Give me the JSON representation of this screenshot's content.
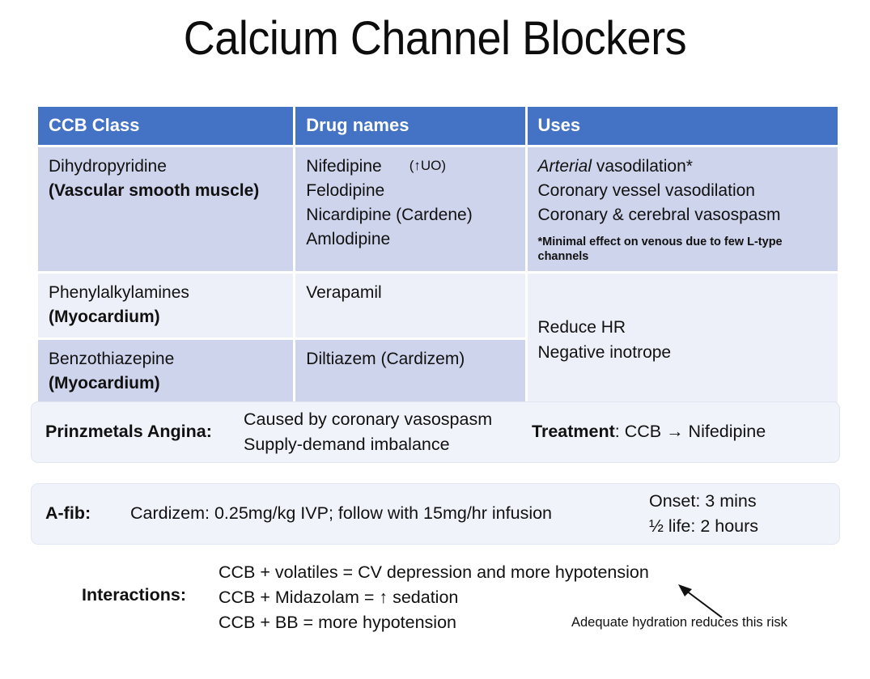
{
  "title": "Calcium Channel Blockers",
  "table": {
    "headers": [
      "CCB Class",
      "Drug names",
      "Uses"
    ],
    "rows": [
      {
        "class_name": "Dihydropyridine",
        "class_site": "(Vascular smooth muscle)",
        "drugs": [
          "Nifedipine",
          "Felodipine",
          "Nicardipine (Cardene)",
          "Amlodipine"
        ],
        "drug_note": "(↑UO)",
        "uses_italic": "Arterial",
        "uses": [
          " vasodilation*",
          "Coronary vessel vasodilation",
          "Coronary & cerebral vasospasm"
        ],
        "uses_footnote": "*Minimal effect on venous due to few L-type channels"
      },
      {
        "class_name": "Phenylalkylamines",
        "class_site": "(Myocardium)",
        "drugs": [
          "Verapamil"
        ]
      },
      {
        "class_name": "Benzothiazepine",
        "class_site": "(Myocardium)",
        "drugs": [
          "Diltiazem (Cardizem)"
        ]
      }
    ],
    "uses_merged": [
      "Reduce HR",
      "Negative inotrope"
    ]
  },
  "prinzmetals": {
    "label": "Prinzmetals Angina:",
    "lines": [
      "Caused by coronary vasospasm",
      "Supply-demand imbalance"
    ],
    "treatment_label": "Treatment",
    "treatment_value": ": CCB → Nifedipine"
  },
  "afib": {
    "label": "A-fib:",
    "dose": "Cardizem: 0.25mg/kg IVP; follow with 15mg/hr infusion",
    "onset": "Onset: 3 mins",
    "half_life": "½ life: 2 hours"
  },
  "interactions": {
    "label": "Interactions:",
    "lines": [
      "CCB + volatiles = CV depression and more hypotension",
      "CCB + Midazolam = ↑ sedation",
      "CCB + BB = more hypotension"
    ],
    "note": "Adequate hydration reduces this risk"
  },
  "colors": {
    "header_blue": "#4472c4",
    "band_dark": "#ced4ec",
    "band_light": "#edf0f8",
    "box_fill": "#f1f3fa"
  }
}
